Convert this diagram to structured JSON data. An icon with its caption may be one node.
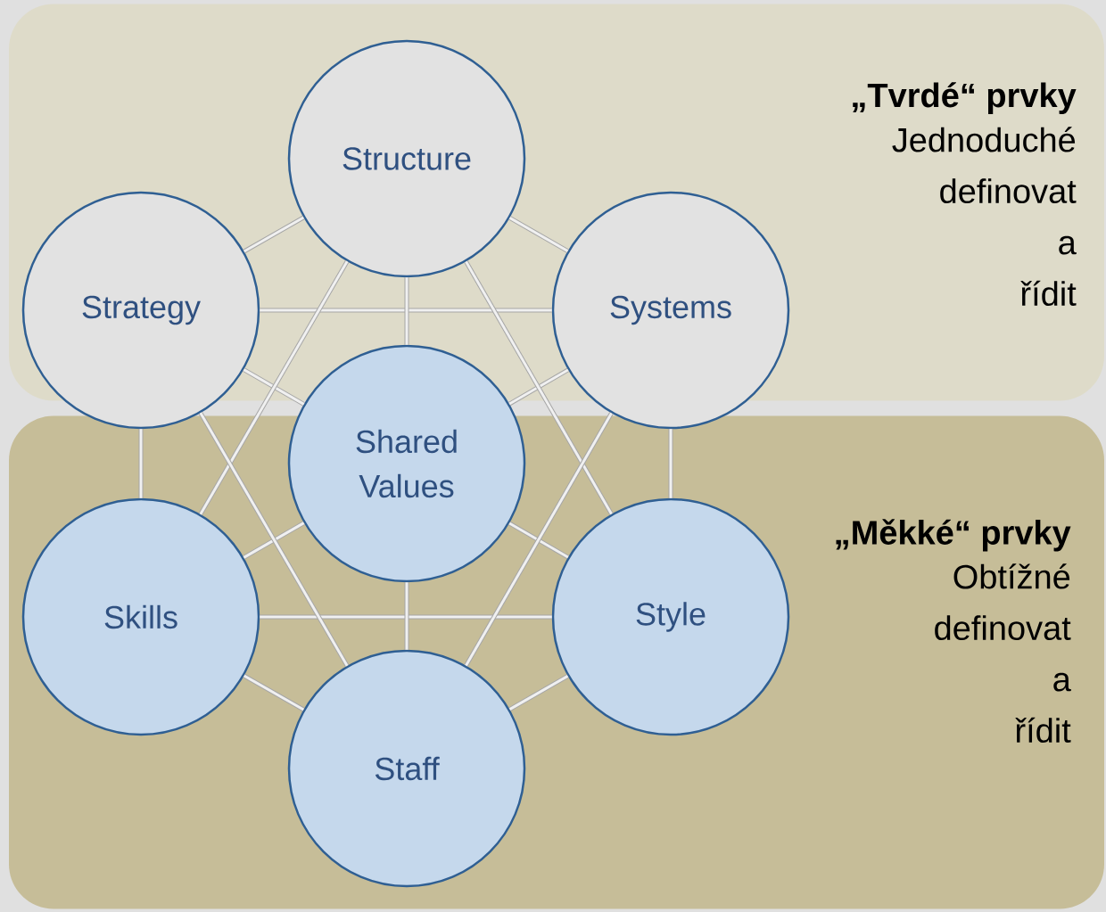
{
  "diagram": {
    "nodes": [
      {
        "text": [
          "„Tvrdé“ prvky",
          "Jednoduché definovat a řídit"
        ]
      },
      {
        "text": [
          "Structure"
        ],
        "in": 0
      },
      {
        "text": [
          "Strategy"
        ]
      },
      {
        "text": [
          "Systems"
        ]
      },
      {
        "text": [
          "Shared Values"
        ]
      },
      {
        "text": [
          "„Měkké“ prvky",
          "Obtížné definovat a řídit"
        ]
      },
      {
        "text": [
          "Skills"
        ],
        "in": 5
      },
      {
        "text": [
          "Style"
        ],
        "in": 5
      },
      {
        "text": [
          "Staff"
        ],
        "in": 5
      }
    ],
    "edges": [
      {
        "from": 1,
        "to": 2,
        "arrow": "none"
      },
      {
        "from": 1,
        "to": 3,
        "arrow": "none"
      },
      {
        "from": 2,
        "to": 3,
        "arrow": "none"
      },
      {
        "from": 1,
        "to": 4,
        "arrow": "none"
      },
      {
        "from": 2,
        "to": 6,
        "arrow": "none"
      },
      {
        "from": 3,
        "to": 7,
        "arrow": "none"
      },
      {
        "from": 6,
        "to": 8,
        "arrow": "none"
      },
      {
        "from": 8,
        "to": 7,
        "arrow": "none"
      },
      {
        "from": 6,
        "to": 7,
        "arrow": "none"
      },
      {
        "from": 4,
        "to": 8,
        "arrow": "none"
      },
      {
        "from": 2,
        "to": 4,
        "arrow": "none"
      },
      {
        "from": 3,
        "to": 4,
        "arrow": "none"
      },
      {
        "from": 6,
        "to": 4,
        "arrow": "none"
      },
      {
        "from": 7,
        "to": 4,
        "arrow": "none"
      },
      {
        "from": 1,
        "to": 6,
        "arrow": "none"
      },
      {
        "from": 1,
        "to": 7,
        "arrow": "none"
      },
      {
        "from": 2,
        "to": 8,
        "arrow": "none"
      },
      {
        "from": 3,
        "to": 8,
        "arrow": "none"
      }
    ]
  }
}
